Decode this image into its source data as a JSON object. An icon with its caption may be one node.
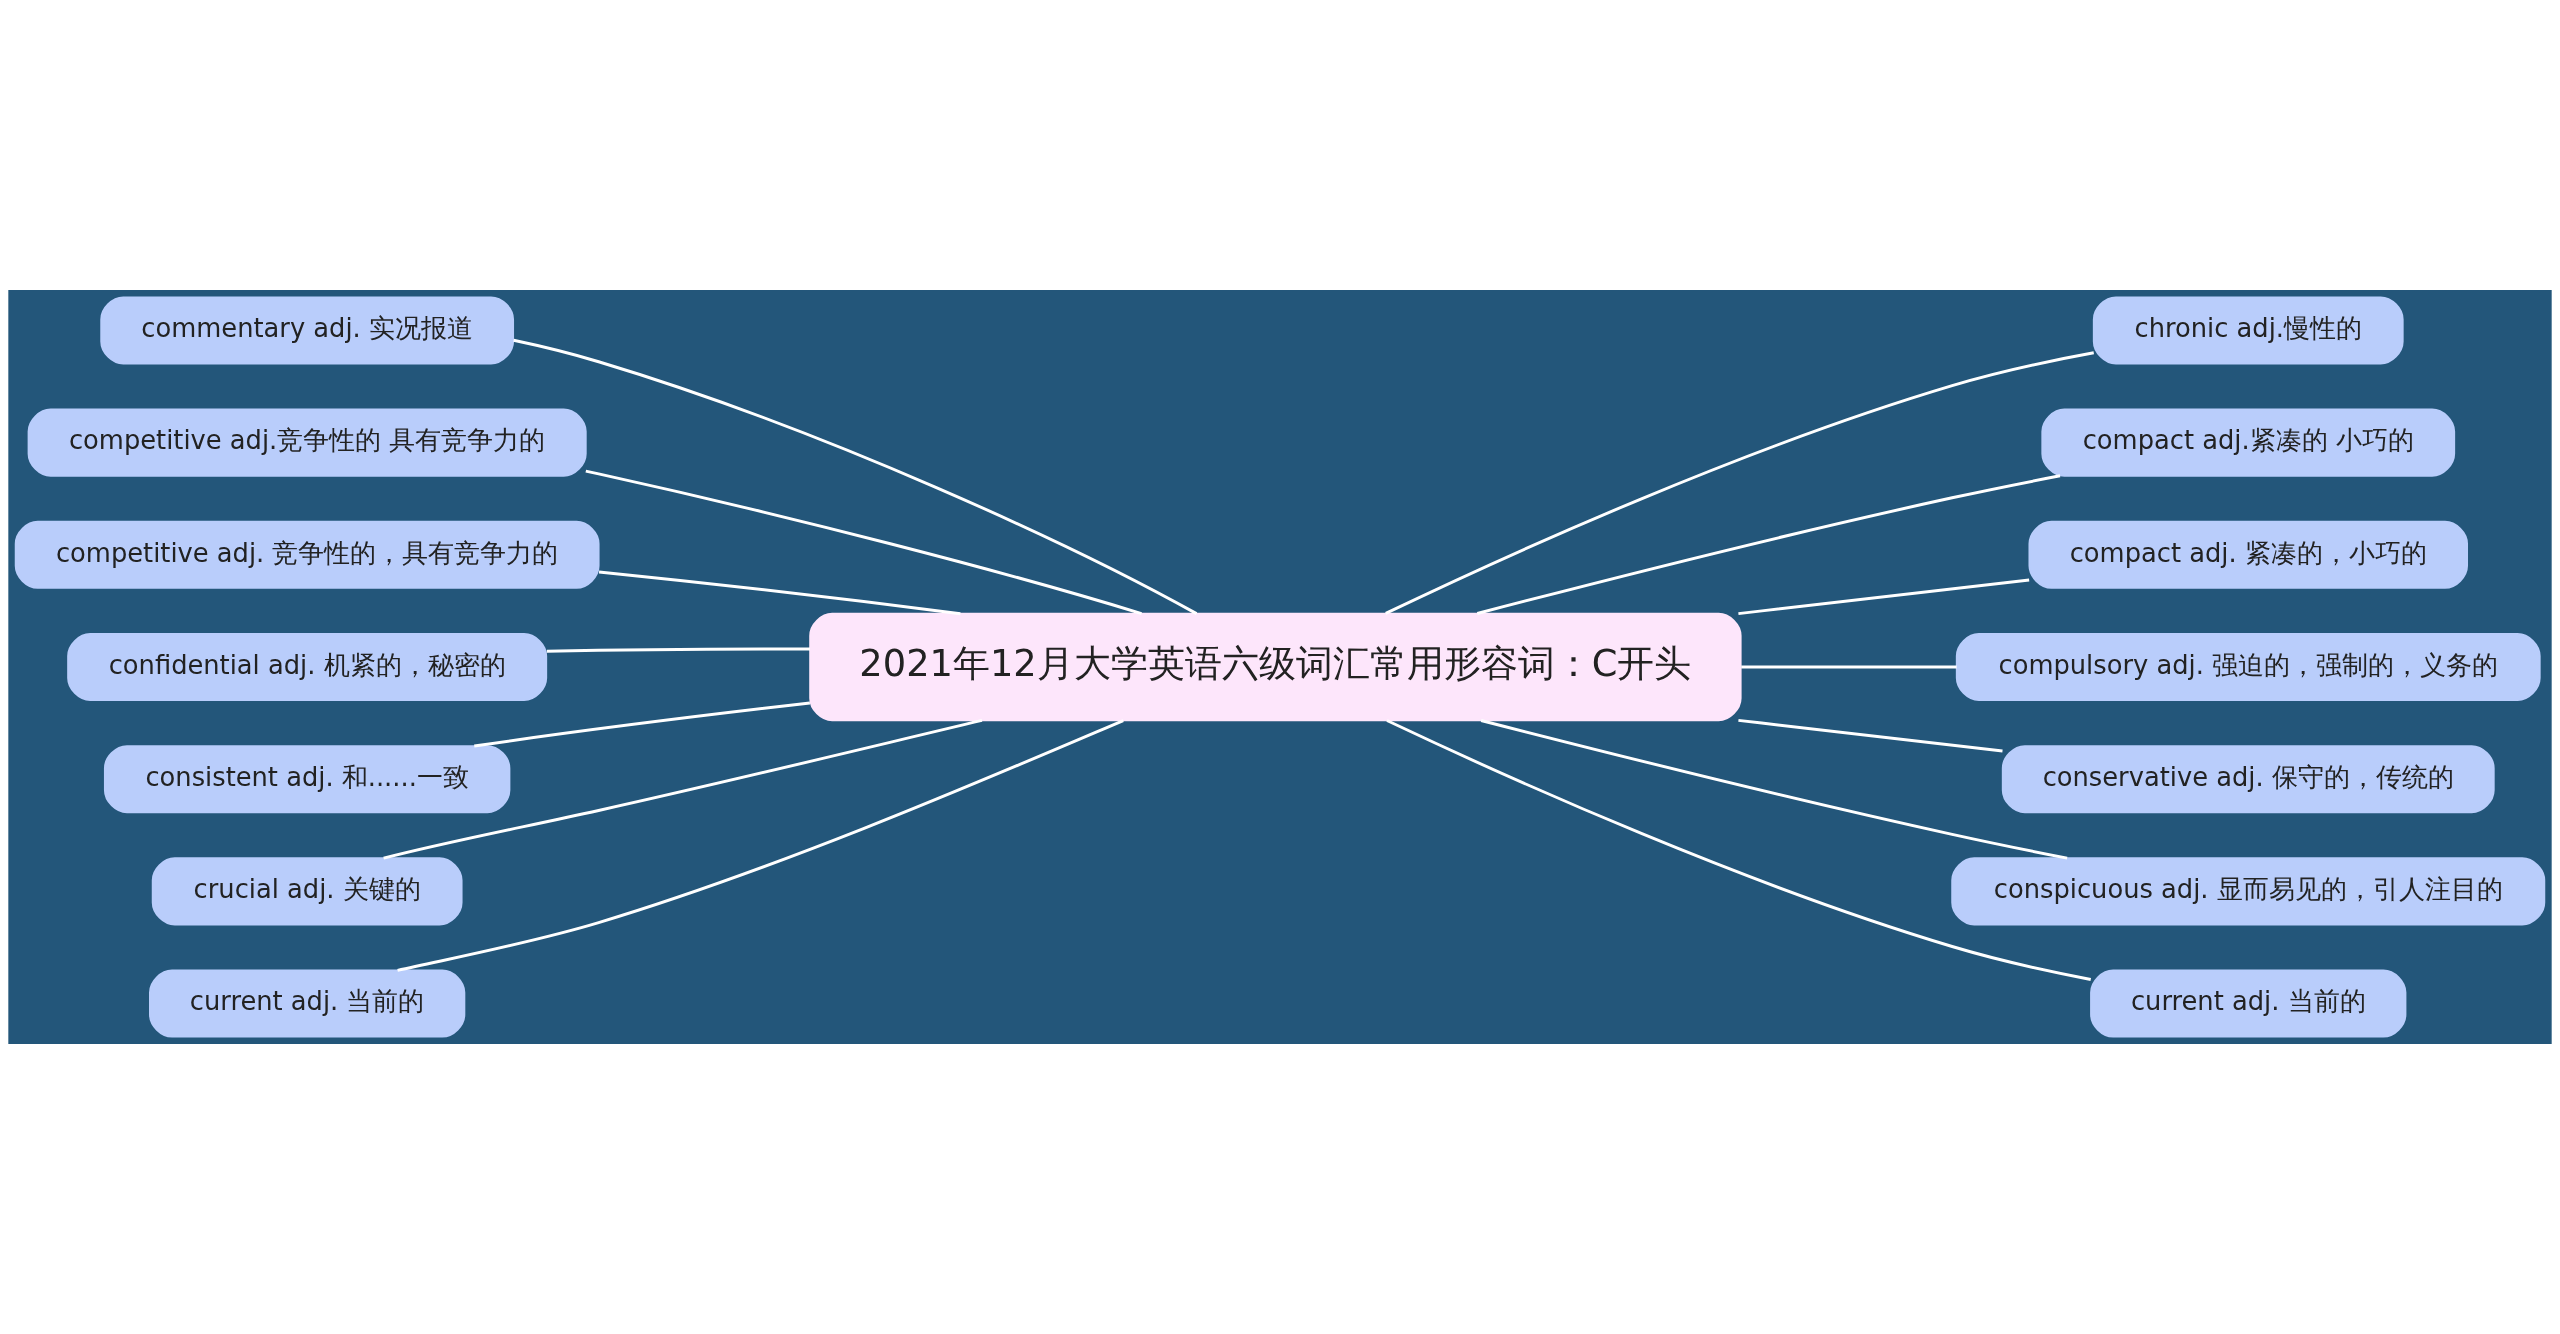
{
  "diagram": {
    "nodes": [
      {
        "text": [
          "2021年12月大学英语六级词汇常用形容词：C开头"
        ]
      },
      {
        "text": [
          "commentary adj. 实况报道"
        ]
      },
      {
        "text": [
          "competitive adj.竞争性的 具有竞争力的"
        ]
      },
      {
        "text": [
          "competitive adj. 竞争性的，具有竞争力的"
        ]
      },
      {
        "text": [
          "confidential adj. 机紧的，秘密的"
        ]
      },
      {
        "text": [
          "consistent adj. 和......一致"
        ]
      },
      {
        "text": [
          "crucial adj. 关键的"
        ]
      },
      {
        "text": [
          "current adj. 当前的"
        ]
      },
      {
        "text": [
          "chronic adj.慢性的"
        ]
      },
      {
        "text": [
          "compact adj.紧凑的 小巧的"
        ]
      },
      {
        "text": [
          "compact adj. 紧凑的，小巧的"
        ]
      },
      {
        "text": [
          "compulsory adj. 强迫的，强制的，义务的"
        ]
      },
      {
        "text": [
          "conservative adj. 保守的，传统的"
        ]
      },
      {
        "text": [
          "conspicuous adj. 显而易见的，引人注目的"
        ]
      },
      {
        "text": [
          "current adj. 当前的"
        ]
      }
    ],
    "edges": [
      {
        "from": 0,
        "to": 1,
        "arrow": "none"
      },
      {
        "from": 0,
        "to": 2,
        "arrow": "none"
      },
      {
        "from": 0,
        "to": 3,
        "arrow": "none"
      },
      {
        "from": 0,
        "to": 4,
        "arrow": "none"
      },
      {
        "from": 0,
        "to": 5,
        "arrow": "none"
      },
      {
        "from": 0,
        "to": 6,
        "arrow": "none"
      },
      {
        "from": 0,
        "to": 7,
        "arrow": "none"
      },
      {
        "from": 0,
        "to": 8,
        "arrow": "none"
      },
      {
        "from": 0,
        "to": 9,
        "arrow": "none"
      },
      {
        "from": 0,
        "to": 10,
        "arrow": "none"
      },
      {
        "from": 0,
        "to": 11,
        "arrow": "none"
      },
      {
        "from": 0,
        "to": 12,
        "arrow": "none"
      },
      {
        "from": 0,
        "to": 13,
        "arrow": "none"
      },
      {
        "from": 0,
        "to": 14,
        "arrow": "none"
      }
    ]
  }
}
